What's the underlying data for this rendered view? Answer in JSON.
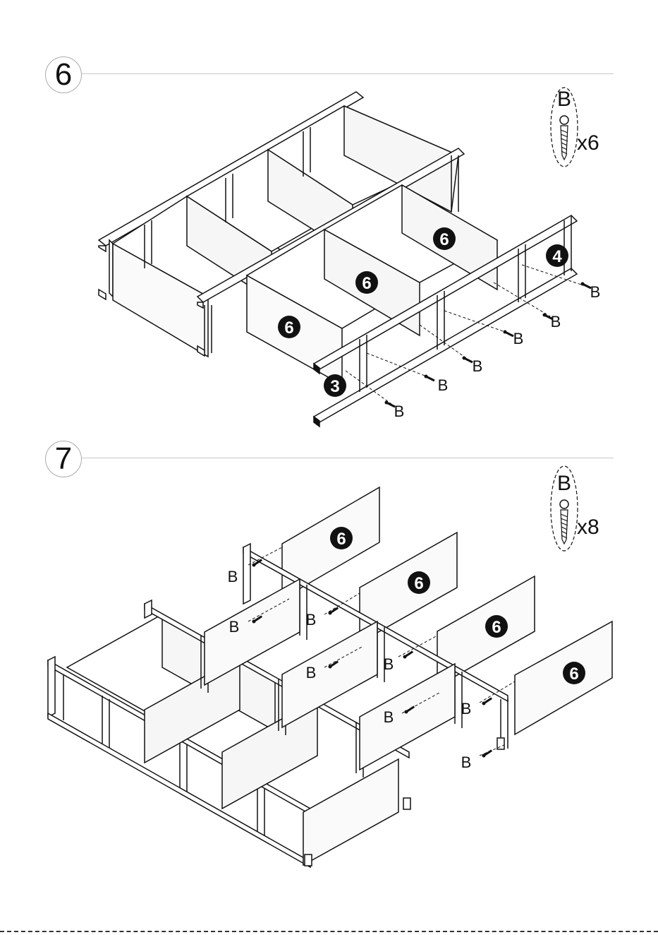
{
  "steps": [
    {
      "number": "6",
      "hardware": {
        "letter": "B",
        "quantity": "x6"
      },
      "part_badges": [
        "6",
        "6",
        "6",
        "4",
        "3"
      ],
      "screw_labels": [
        "B",
        "B",
        "B",
        "B",
        "B",
        "B"
      ]
    },
    {
      "number": "7",
      "hardware": {
        "letter": "B",
        "quantity": "x8"
      },
      "part_badges": [
        "6",
        "6",
        "6",
        "6"
      ],
      "screw_labels": [
        "B",
        "B",
        "B",
        "B",
        "B",
        "B",
        "B",
        "B"
      ]
    }
  ],
  "colors": {
    "line": "#111111",
    "panel": "#f4f4f4",
    "badge": "#111111",
    "rule": "#c8c8c8"
  }
}
